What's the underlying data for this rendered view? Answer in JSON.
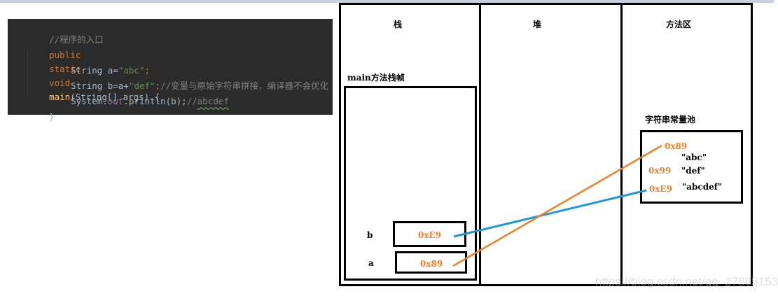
{
  "code": {
    "comment_entry": "//程序的入口",
    "kw_public": "public",
    "kw_static": "static",
    "kw_void": "void",
    "method_name": "main",
    "signature_rest": "(String[] args) {",
    "line_a_prefix": "String a=",
    "line_a_string": "\"abc\"",
    "line_a_semicolon": ";",
    "line_b_prefix": "String b=a+",
    "line_b_string": "\"def\"",
    "line_b_semicolon": ";",
    "line_b_comment": "//变量与原始字符串拼接，编译器不会优化",
    "line_print_prefix": "System.",
    "line_print_field": "out",
    "line_print_call": ".println(b);",
    "line_print_comment_slashes": "//",
    "line_print_comment_text": "abcdef",
    "closing_brace": "}"
  },
  "diagram": {
    "stack": {
      "title": "栈",
      "frame_title": "main方法栈帧",
      "vars": [
        {
          "name": "b",
          "value": "0xE9"
        },
        {
          "name": "a",
          "value": "0x89"
        }
      ]
    },
    "heap": {
      "title": "堆"
    },
    "method_area": {
      "title": "方法区",
      "pool_title": "字符串常量池",
      "entries": [
        {
          "addr": "0x89",
          "literal": "\"abc\""
        },
        {
          "addr": "0x99",
          "literal": "\"def\""
        },
        {
          "addr": "0xE9",
          "literal": "\"abcdef\""
        }
      ]
    },
    "colors": {
      "address": "#f0812b",
      "link_a": "#f0812b",
      "link_b": "#1a9ad6"
    }
  },
  "watermark": "https://blog.csdn.net/qq_27865153"
}
